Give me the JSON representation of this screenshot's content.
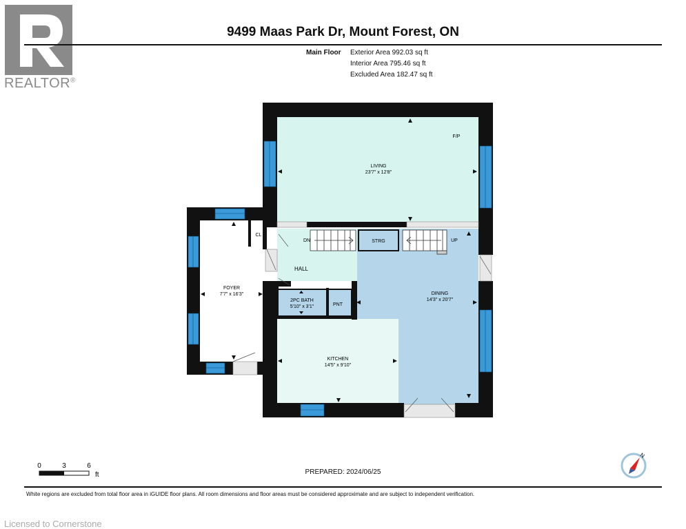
{
  "brand": {
    "name": "REALTOR",
    "mark": "®",
    "logo_letter": "R"
  },
  "header": {
    "title": "9499 Maas Park Dr, Mount Forest, ON",
    "floor_name": "Main Floor",
    "areas": [
      "Exterior Area 992.03 sq ft",
      "Interior Area 795.46 sq ft",
      "Excluded Area 182.47 sq ft"
    ]
  },
  "rooms": {
    "living": {
      "name": "LIVING",
      "dims": "23'7\" x 12'8\""
    },
    "foyer": {
      "name": "FOYER",
      "dims": "7'7\" x 16'3\""
    },
    "hall": {
      "name": "HALL"
    },
    "bath": {
      "name": "2PC BATH",
      "dims": "5'10\" x 3'1\""
    },
    "pantry": {
      "name": "PNT"
    },
    "strg": {
      "name": "STRG"
    },
    "kitchen": {
      "name": "KITCHEN",
      "dims": "14'5\" x 9'10\""
    },
    "dining": {
      "name": "DINING",
      "dims": "14'3\" x 20'7\""
    },
    "closet": {
      "name": "CL"
    },
    "fireplace": {
      "name": "F/P"
    },
    "stairs_down": {
      "name": "DN"
    },
    "stairs_up": {
      "name": "UP"
    }
  },
  "colors": {
    "wall": "#111111",
    "window": "#3a9ad9",
    "living": "#d8f4ef",
    "dining": "#b4d5ea",
    "kitchen": "#e7f8f5",
    "hall": "#d8f4ef",
    "foyer": "#ffffff",
    "bath": "#b4d5ea",
    "logo": "#8a8a8a"
  },
  "scale": {
    "ticks": [
      "0",
      "3",
      "6"
    ],
    "unit": "ft"
  },
  "compass": {
    "label": "N",
    "icon": "compass-icon"
  },
  "footer": {
    "prepared": "PREPARED: 2024/06/25",
    "note": "White regions are excluded from total floor area in iGUIDE floor plans. All room dimensions and floor areas must be considered approximate and are subject to independent verification.",
    "licensed": "Licensed to Cornerstone"
  }
}
